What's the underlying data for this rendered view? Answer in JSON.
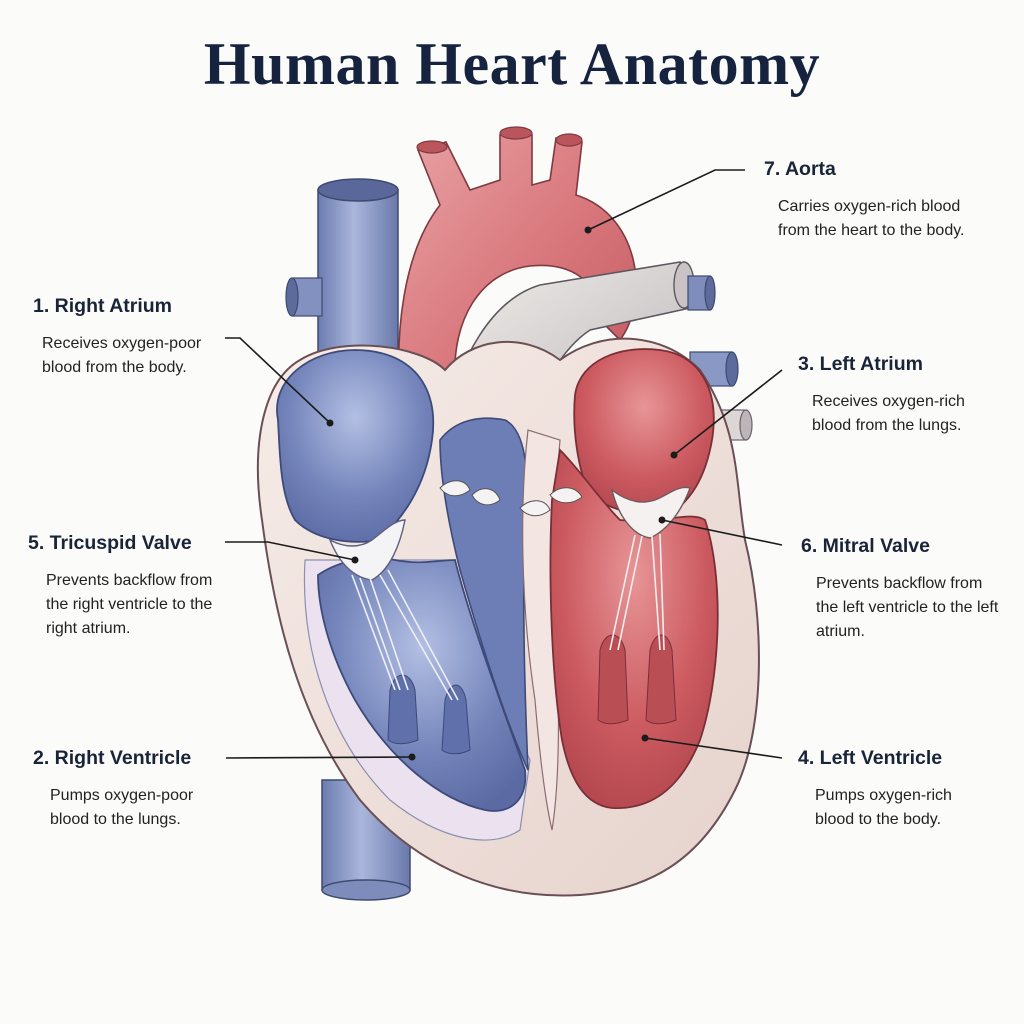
{
  "title": "Human Heart Anatomy",
  "labels": {
    "right_atrium": {
      "heading": "1. Right Atrium",
      "description": "Receives oxygen-poor blood from the body."
    },
    "right_ventricle": {
      "heading": "2. Right Ventricle",
      "description": "Pumps oxygen-poor blood to the lungs."
    },
    "left_atrium": {
      "heading": "3. Left Atrium",
      "description": "Receives oxygen-rich blood from the lungs."
    },
    "left_ventricle": {
      "heading": "4. Left Ventricle",
      "description": "Pumps oxygen-rich blood to the body."
    },
    "tricuspid_valve": {
      "heading": "5. Tricuspid Valve",
      "description": "Prevents backflow from the right ventricle to the right atrium."
    },
    "mitral_valve": {
      "heading": "6. Mitral Valve",
      "description": "Prevents backflow from the left ventricle to the left atrium."
    },
    "aorta": {
      "heading": "7. Aorta",
      "description": "Carries oxygen-rich blood from the heart to the body."
    }
  },
  "colors": {
    "oxygen_poor": "#6f82b8",
    "oxygen_rich": "#c9595e",
    "aorta": "#d98185",
    "vessel_blue": "#8e9cc6",
    "wall": "#f1e2dc",
    "title": "#15233f"
  }
}
